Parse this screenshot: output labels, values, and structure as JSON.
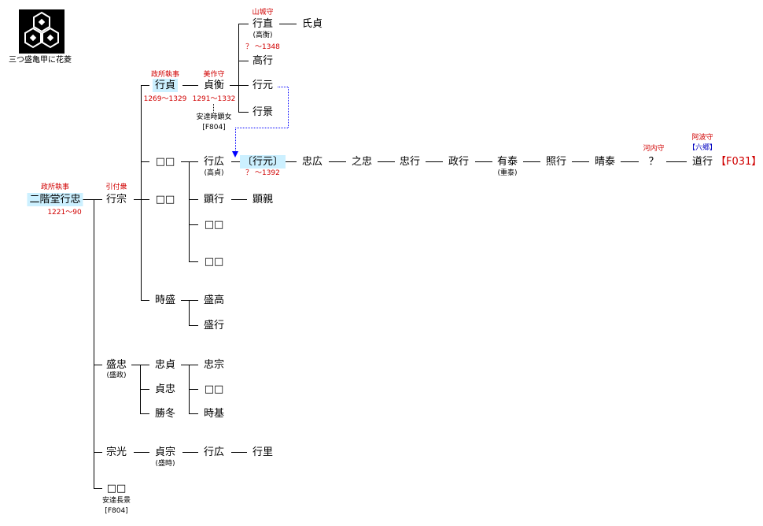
{
  "crest": {
    "caption": "三つ盛亀甲に花菱",
    "icon": "mitsumori-kikkou-hanabishi-crest-icon"
  },
  "people": {
    "yukitada": {
      "name": "二階堂行忠",
      "title": "政所執事",
      "dates": "1221〜90"
    },
    "yukimune": {
      "name": "行宗",
      "title": "引付衆"
    },
    "yukisada": {
      "name": "行貞",
      "title": "政所執事",
      "dates": "1269〜1329"
    },
    "unk_a": {
      "name": "□□"
    },
    "unk_b": {
      "name": "□□"
    },
    "tokimori": {
      "name": "時盛"
    },
    "sadahira": {
      "name": "貞衡",
      "title": "美作守",
      "dates": "1291〜1332",
      "wife": "安達時顕女",
      "ref": "[F804]"
    },
    "yukinao": {
      "name": "行直",
      "alias": "(高衡)",
      "title": "山城守",
      "dates": "？ 〜1348"
    },
    "ujisada": {
      "name": "氏貞"
    },
    "takayuki": {
      "name": "高行"
    },
    "yukimoto1": {
      "name": "行元"
    },
    "yukikage": {
      "name": "行景"
    },
    "yukihiro": {
      "name": "行広",
      "alias": "(高貞)"
    },
    "yukimoto2": {
      "name": "〔行元〕",
      "dates": "？ 〜1392"
    },
    "tadahiro": {
      "name": "忠広"
    },
    "yukitada2": {
      "name": "之忠"
    },
    "tadayuki": {
      "name": "忠行"
    },
    "masayuki": {
      "name": "政行"
    },
    "aritai": {
      "name": "有泰",
      "alias": "(重泰)"
    },
    "teruyuki": {
      "name": "照行"
    },
    "haretai": {
      "name": "晴泰"
    },
    "q": {
      "name": "？",
      "title": "河内守"
    },
    "michiyuki": {
      "name": "道行",
      "title": "阿波守",
      "note": "【六郷】",
      "ref": "【F031】"
    },
    "akiyuki": {
      "name": "顕行"
    },
    "akichika": {
      "name": "顕親"
    },
    "unk_c": {
      "name": "□□"
    },
    "unk_d": {
      "name": "□□"
    },
    "moritaka": {
      "name": "盛高"
    },
    "moriyuki": {
      "name": "盛行"
    },
    "moritada": {
      "name": "盛忠",
      "alias": "(盛政)"
    },
    "tadasada": {
      "name": "忠貞"
    },
    "sadatada": {
      "name": "貞忠"
    },
    "katsufuyu": {
      "name": "勝冬"
    },
    "tadamune": {
      "name": "忠宗"
    },
    "unk_e": {
      "name": "□□"
    },
    "tokimoto": {
      "name": "時基"
    },
    "munemitsu": {
      "name": "宗光"
    },
    "sadamune": {
      "name": "貞宗",
      "alias": "(盛時)"
    },
    "yukihiro2": {
      "name": "行広"
    },
    "yukisato": {
      "name": "行里"
    },
    "unk_f": {
      "name": "□□",
      "note": "安達長景",
      "ref": "[F804]"
    }
  }
}
